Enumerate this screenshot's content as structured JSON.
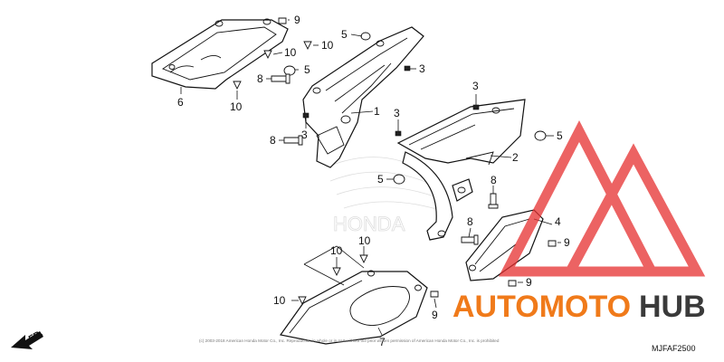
{
  "callouts": {
    "c1": "1",
    "c2": "2",
    "c3a": "3",
    "c3b": "3",
    "c3c": "3",
    "c3d": "3",
    "c4": "4",
    "c5a": "5",
    "c5b": "5",
    "c5c": "5",
    "c5d": "5",
    "c6": "6",
    "c7": "7",
    "c8a": "8",
    "c8b": "8",
    "c8c": "8",
    "c8d": "8",
    "c9a": "9",
    "c9b": "9",
    "c9c": "9",
    "c9d": "9",
    "c10a": "10",
    "c10b": "10",
    "c10c": "10",
    "c10d": "10",
    "c10e": "10",
    "c10f": "10"
  },
  "direction_label": "FR.",
  "reference_code": "MJFAF2500",
  "copyright": "(c) 2003-2018 American Honda Motor Co., Inc. Reproduction in whole or in part without the prior written permission of American Honda Motor Co., Inc. is prohibited",
  "watermark": {
    "text_auto": "AUTOMOTO",
    "text_hub": "HUB",
    "color_orange": "#f07a1a",
    "color_dark": "#3a3a3a",
    "logo_color": "#e63030"
  },
  "background_brand": "HONDA"
}
